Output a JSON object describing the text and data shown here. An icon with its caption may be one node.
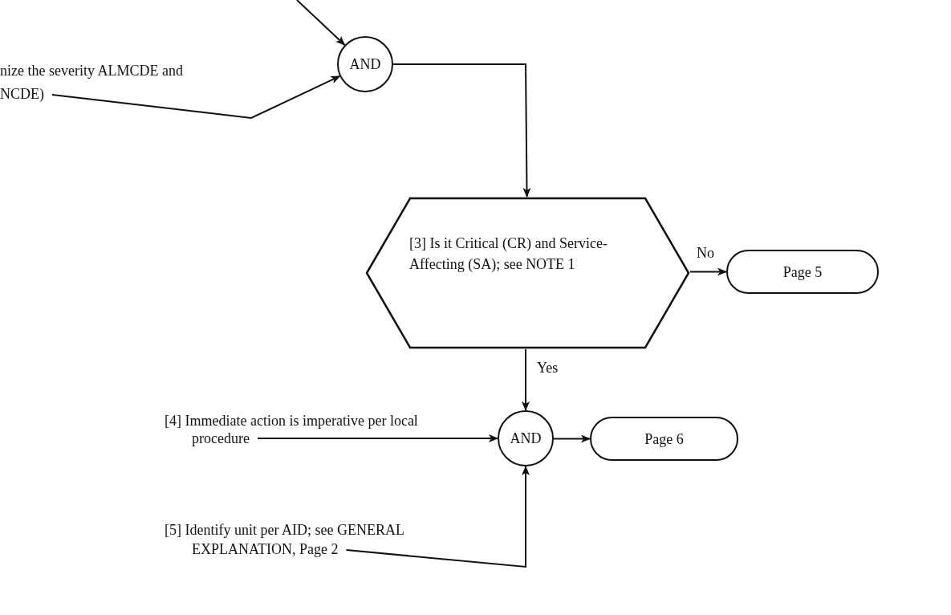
{
  "diagram": {
    "nodes": [
      {
        "text": [
          "AND"
        ]
      },
      {
        "text": [
          "nize the severity ALMCDE and NCDE)"
        ]
      },
      {
        "text": [
          "[3] Is it Critical (CR) and Service-Affecting (SA); see NOTE 1"
        ]
      },
      {
        "text": [
          "Page 5"
        ]
      },
      {
        "text": [
          "AND"
        ]
      },
      {
        "text": [
          "Page 6"
        ]
      },
      {
        "text": [
          "[4] Immediate action is imperative per local procedure"
        ]
      },
      {
        "text": [
          "[5] Identify unit per AID; see GENERAL EXPLANATION, Page 2"
        ]
      }
    ],
    "edges": [
      {
        "from": null,
        "to": 0,
        "arrow": "to"
      },
      {
        "from": 1,
        "to": 0,
        "arrow": "to"
      },
      {
        "from": 0,
        "to": 2,
        "arrow": "to"
      },
      {
        "from": 2,
        "to": 3,
        "arrow": "to",
        "label": "No"
      },
      {
        "from": 2,
        "to": 4,
        "arrow": "to",
        "label": "Yes"
      },
      {
        "from": 6,
        "to": 4,
        "arrow": "to"
      },
      {
        "from": 7,
        "to": 4,
        "arrow": "to"
      },
      {
        "from": 4,
        "to": 5,
        "arrow": "to"
      }
    ]
  }
}
